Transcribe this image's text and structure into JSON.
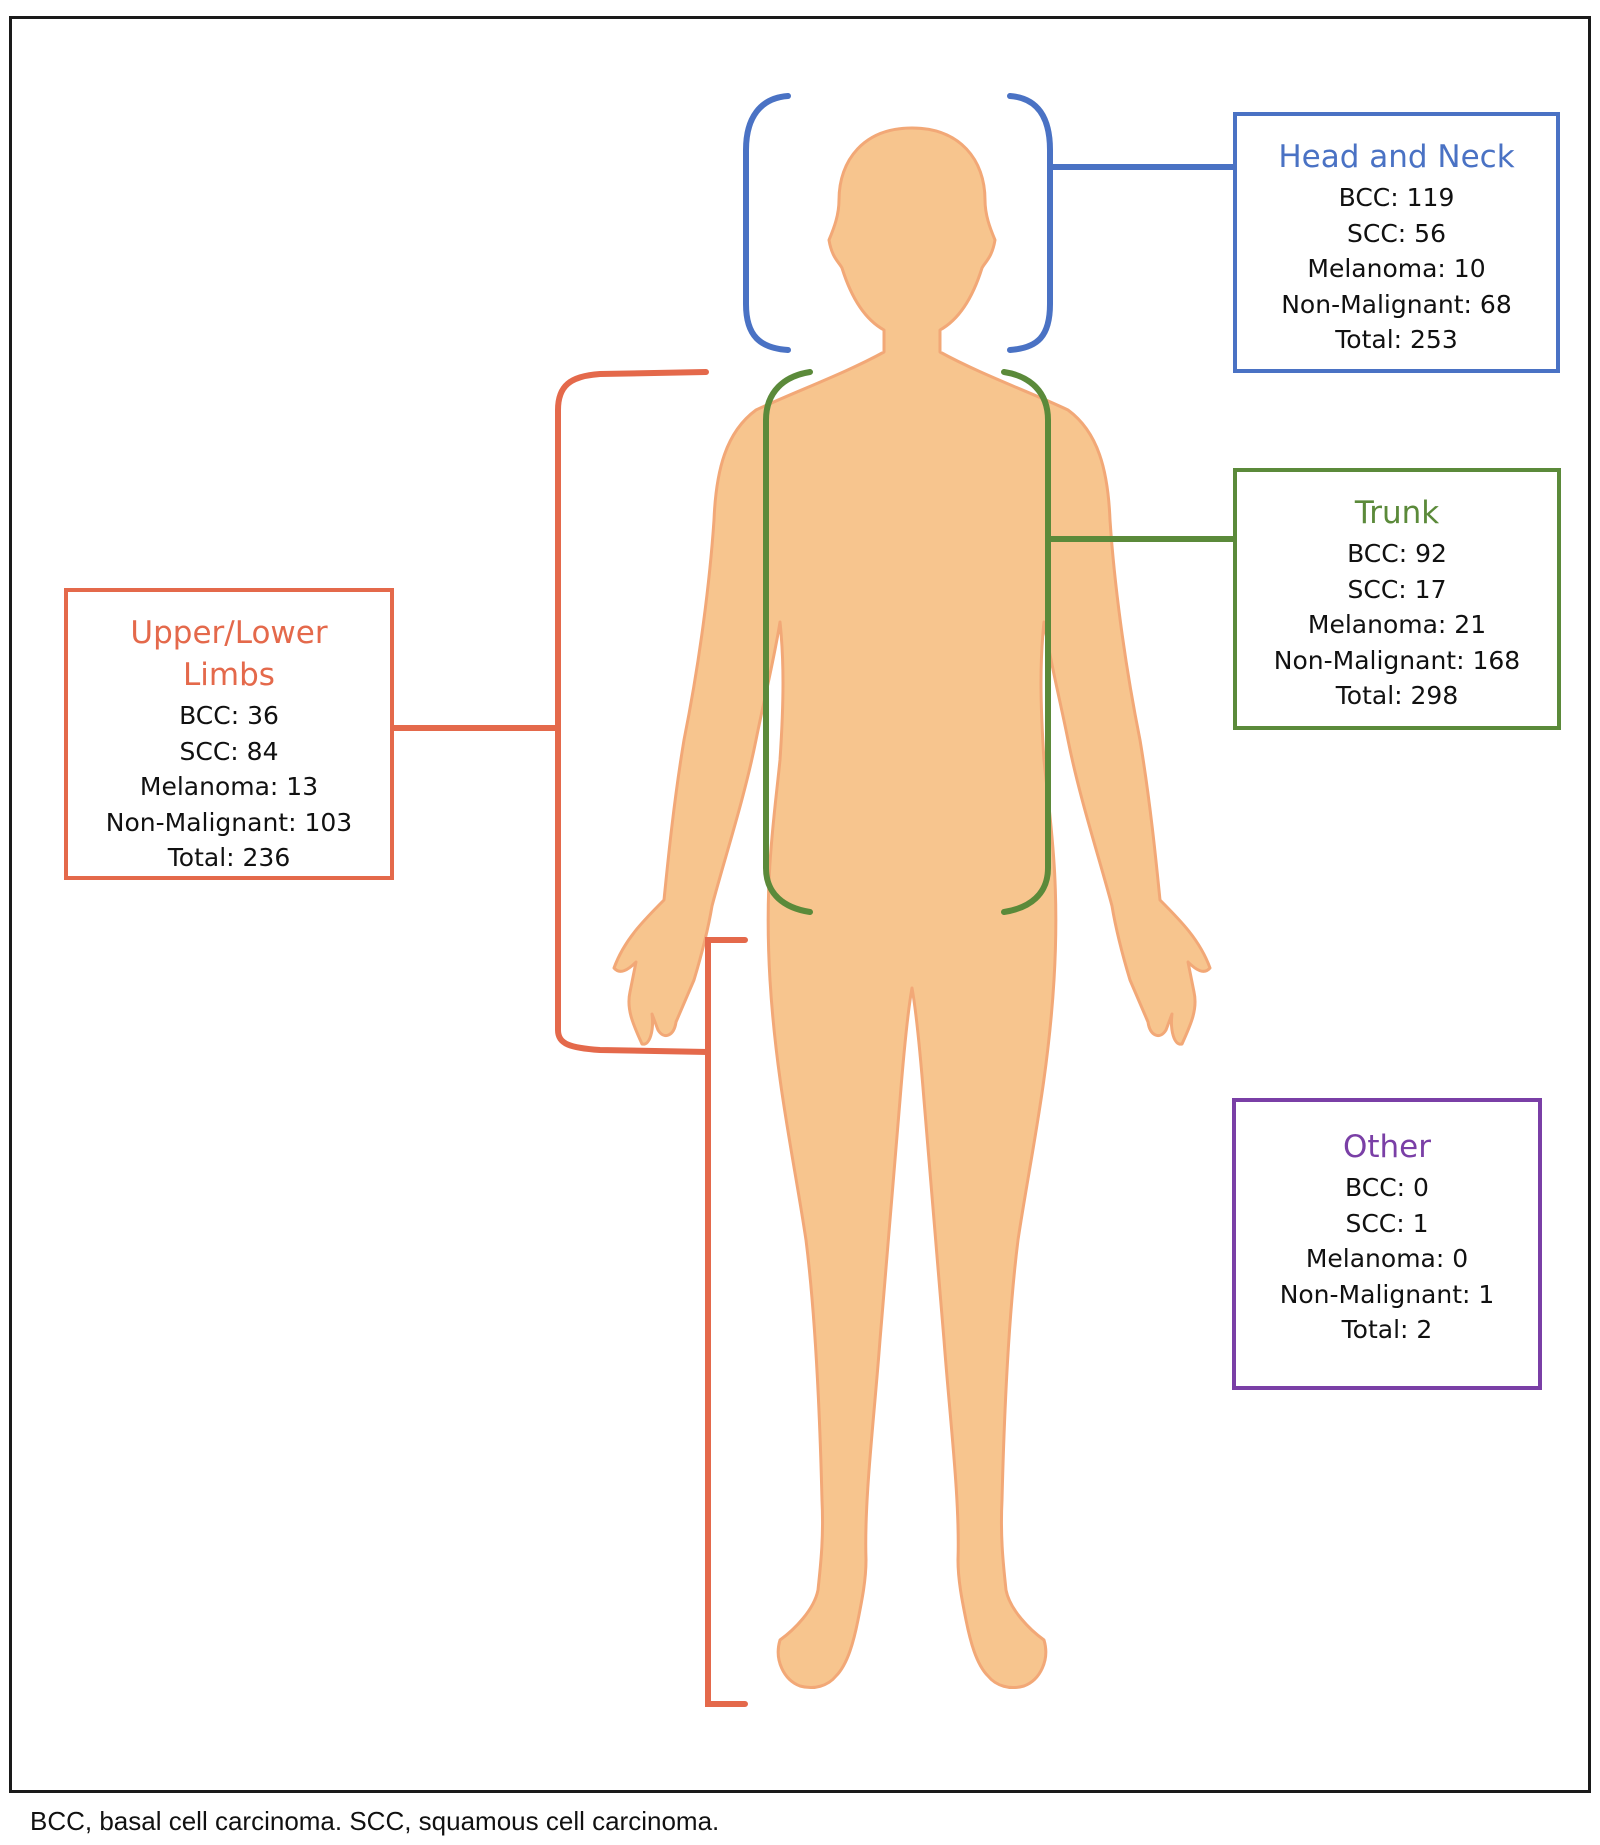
{
  "regions": {
    "head_neck": {
      "title": "Head and Neck",
      "color": "#4a72c4",
      "lines": [
        "BCC: 119",
        "SCC: 56",
        "Melanoma: 10",
        "Non-Malignant: 68",
        "Total: 253"
      ]
    },
    "trunk": {
      "title": "Trunk",
      "color": "#5b8a3a",
      "lines": [
        "BCC: 92",
        "SCC: 17",
        "Melanoma: 21",
        "Non-Malignant: 168",
        "Total: 298"
      ]
    },
    "limbs": {
      "title": "Upper/Lower Limbs",
      "color": "#e4694b",
      "lines": [
        "BCC: 36",
        "SCC: 84",
        "Melanoma: 13",
        "Non-Malignant: 103",
        "Total: 236"
      ]
    },
    "other": {
      "title": "Other",
      "color": "#7a3fa6",
      "lines": [
        "BCC: 0",
        "SCC: 1",
        "Melanoma: 0",
        "Non-Malignant: 1",
        "Total: 2"
      ]
    }
  },
  "body_color": "#f7c58e",
  "body_outline_color": "#f2a877",
  "footnote": "BCC, basal cell carcinoma. SCC, squamous cell carcinoma."
}
